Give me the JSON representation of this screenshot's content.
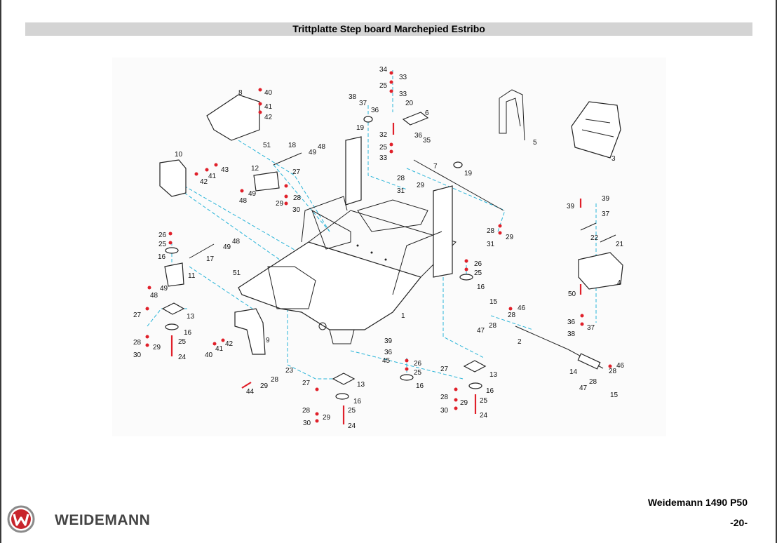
{
  "header": {
    "title": "Trittplatte Step board Marchepied Estribo"
  },
  "footer": {
    "model": "Weidemann 1490 P50",
    "page": "-20-",
    "brand": "WEIDEMANN"
  },
  "logo": {
    "icon": "weidemann-w-logo-icon",
    "color": "#c8252c"
  },
  "colors": {
    "centerline": "#28b4d8",
    "fastener": "#e0202a",
    "title_bar": "#d4d4d4"
  },
  "callouts": {
    "c1": "1",
    "c2": "2",
    "c3": "3",
    "c4": "4",
    "c5": "5",
    "c6": "6",
    "c7": "7",
    "c8": "8",
    "c9": "9",
    "c10": "10",
    "c11": "11",
    "c12": "12",
    "c13a": "13",
    "c13b": "13",
    "c13c": "13",
    "c14": "14",
    "c15a": "15",
    "c15b": "15",
    "c16a": "16",
    "c16b": "16",
    "c16c": "16",
    "c16d": "16",
    "c16e": "16",
    "c17": "17",
    "c18": "18",
    "c19a": "19",
    "c19b": "19",
    "c20": "20",
    "c21": "21",
    "c22": "22",
    "c23": "23",
    "c24a": "24",
    "c24b": "24",
    "c24c": "24",
    "c25a": "25",
    "c25b": "25",
    "c25c": "25",
    "c25d": "25",
    "c25e": "25",
    "c25f": "25",
    "c25g": "25",
    "c26a": "26",
    "c26b": "26",
    "c26c": "26",
    "c27a": "27",
    "c27b": "27",
    "c27c": "27",
    "c27d": "27",
    "c28a": "28",
    "c28b": "28",
    "c28c": "28",
    "c28d": "28",
    "c28e": "28",
    "c28f": "28",
    "c28g": "28",
    "c28h": "28",
    "c28i": "28",
    "c28j": "28",
    "c28k": "28",
    "c29a": "29",
    "c29b": "29",
    "c29c": "29",
    "c29d": "29",
    "c29e": "29",
    "c29f": "29",
    "c29g": "29",
    "c30a": "30",
    "c30b": "30",
    "c30c": "30",
    "c30d": "30",
    "c31a": "31",
    "c31b": "31",
    "c32": "32",
    "c33a": "33",
    "c33b": "33",
    "c33c": "33",
    "c34": "34",
    "c35": "35",
    "c36a": "36",
    "c36b": "36",
    "c36c": "36",
    "c36d": "36",
    "c37a": "37",
    "c37b": "37",
    "c37c": "37",
    "c38a": "38",
    "c38b": "38",
    "c39a": "39",
    "c39b": "39",
    "c39c": "39",
    "c40a": "40",
    "c40b": "40",
    "c41a": "41",
    "c41b": "41",
    "c41c": "41",
    "c42a": "42",
    "c42b": "42",
    "c42c": "42",
    "c43": "43",
    "c44": "44",
    "c45": "45",
    "c46a": "46",
    "c46b": "46",
    "c47a": "47",
    "c47b": "47",
    "c48a": "48",
    "c48b": "48",
    "c48c": "48",
    "c48d": "48",
    "c49a": "49",
    "c49b": "49",
    "c49c": "49",
    "c49d": "49",
    "c50": "50",
    "c51a": "51",
    "c51b": "51"
  }
}
